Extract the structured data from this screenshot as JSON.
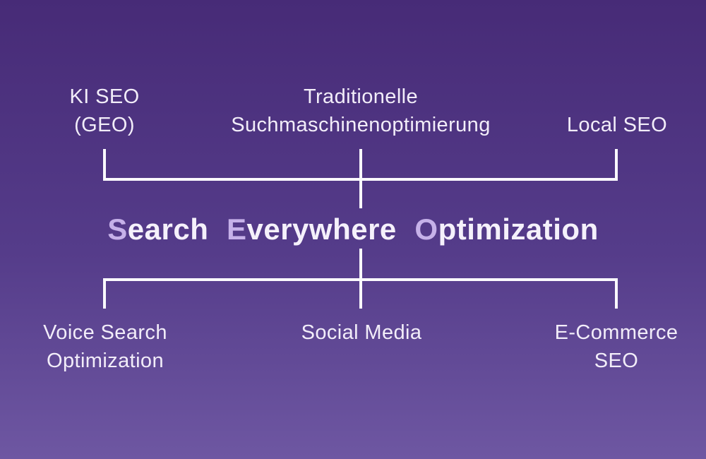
{
  "title": {
    "full_text": "Search Everywhere Optimization",
    "words": [
      {
        "initial": "S",
        "rest": "earch"
      },
      {
        "initial": "E",
        "rest": "verywhere"
      },
      {
        "initial": "O",
        "rest": "ptimization"
      }
    ]
  },
  "top_branches": [
    {
      "id": "ki-seo-geo",
      "lines": [
        "KI SEO",
        "(GEO)"
      ]
    },
    {
      "id": "traditionelle-suchmaschinenoptimierung",
      "lines": [
        "Traditionelle",
        "Suchmaschinenoptimierung"
      ]
    },
    {
      "id": "local-seo",
      "lines": [
        "Local SEO"
      ]
    }
  ],
  "bottom_branches": [
    {
      "id": "voice-search-optimization",
      "lines": [
        "Voice Search",
        "Optimization"
      ]
    },
    {
      "id": "social-media",
      "lines": [
        "Social Media"
      ]
    },
    {
      "id": "e-commerce-seo",
      "lines": [
        "E-Commerce",
        "SEO"
      ]
    }
  ],
  "colors": {
    "background_top": "#472b77",
    "background_bottom": "#6e57a2",
    "connector_line": "#fbfafe",
    "label_text": "#f2edf9",
    "title_text": "#f5f1fb",
    "title_accent": "#c6b1e9"
  }
}
